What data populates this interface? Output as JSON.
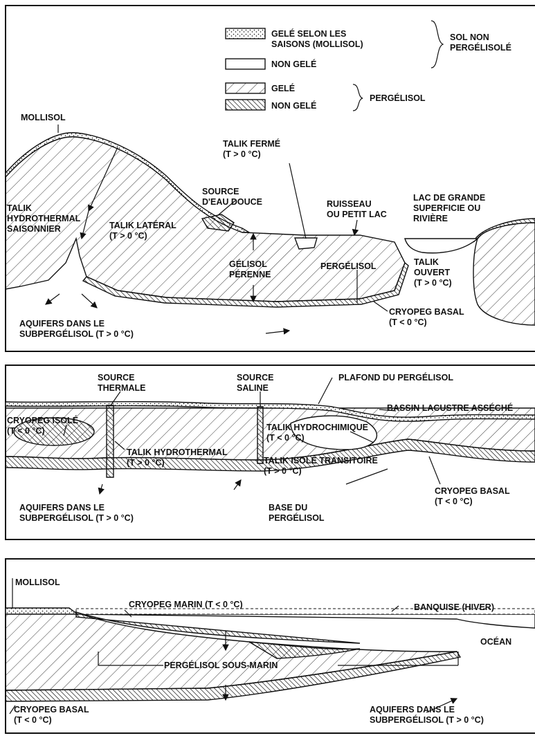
{
  "legend": {
    "seasonal": "GELÉ SELON LES\nSAISONS (MOLLISOL)",
    "unfrozen": "NON GELÉ",
    "frozen": "GELÉ",
    "unfrozen_pf": "NON GELÉ",
    "group_non_pf": "SOL NON\nPERGÉLISOLÉ",
    "group_pf": "PERGÉLISOL"
  },
  "panel1": {
    "mollisol": "MOLLISOL",
    "talik_ferme": "TALIK FERMÉ\n(T > 0 °C)",
    "source_eau_douce": "SOURCE\nD'EAU DOUCE",
    "ruisseau": "RUISSEAU\nOU PETIT LAC",
    "lac": "LAC DE GRANDE\nSUPERFICIE OU\nRIVIÈRE",
    "talik_hydrothermal_saisonnier": "TALIK\nHYDROTHERMAL\nSAISONNIER",
    "talik_lateral": "TALIK LATÉRAL\n(T > 0 °C)",
    "gelisol_perenne": "GÉLISOL\nPÉRENNE",
    "pergelisol": "PERGÉLISOL",
    "talik_ouvert": "TALIK\nOUVERT\n(T > 0 °C)",
    "cryopeg_basal": "CRYOPEG BASAL\n(T < 0 °C)",
    "aquifers": "AQUIFERS DANS LE\nSUBPERGÉLISOL (T > 0 °C)"
  },
  "panel2": {
    "source_thermale": "SOURCE\nTHERMALE",
    "source_saline": "SOURCE\nSALINE",
    "plafond": "PLAFOND DU PERGÉLISOL",
    "bassin": "BASSIN LACUSTRE ASSÉCHÉ",
    "cryopeg_isole": "CRYOPEG ISOLÉ\n(T < 0 °C)",
    "talik_hydrochimique": "TALIK HYDROCHIMIQUE\n(T < 0 °C)",
    "talik_hydrothermal": "TALIK HYDROTHERMAL\n(T > 0 °C)",
    "talik_isole": "TALIK ISOLÉ TRANSITOIRE\n(T > 0 °C)",
    "aquifers": "AQUIFERS DANS LE\nSUBPERGÉLISOL (T > 0 °C)",
    "base": "BASE DU\nPERGÉLISOL",
    "cryopeg_basal": "CRYOPEG BASAL\n(T < 0 °C)"
  },
  "panel3": {
    "mollisol": "MOLLISOL",
    "cryopeg_marin": "CRYOPEG MARIN  (T < 0 °C)",
    "banquise": "BANQUISE (HIVER)",
    "ocean": "OCÉAN",
    "pergelisol_sous_marin": "PERGÉLISOL SOUS-MARIN",
    "cryopeg_basal": "CRYOPEG BASAL\n(T < 0 °C)",
    "aquifers": "AQUIFERS DANS LE\nSUBPERGÉLISOL (T > 0 °C)"
  }
}
